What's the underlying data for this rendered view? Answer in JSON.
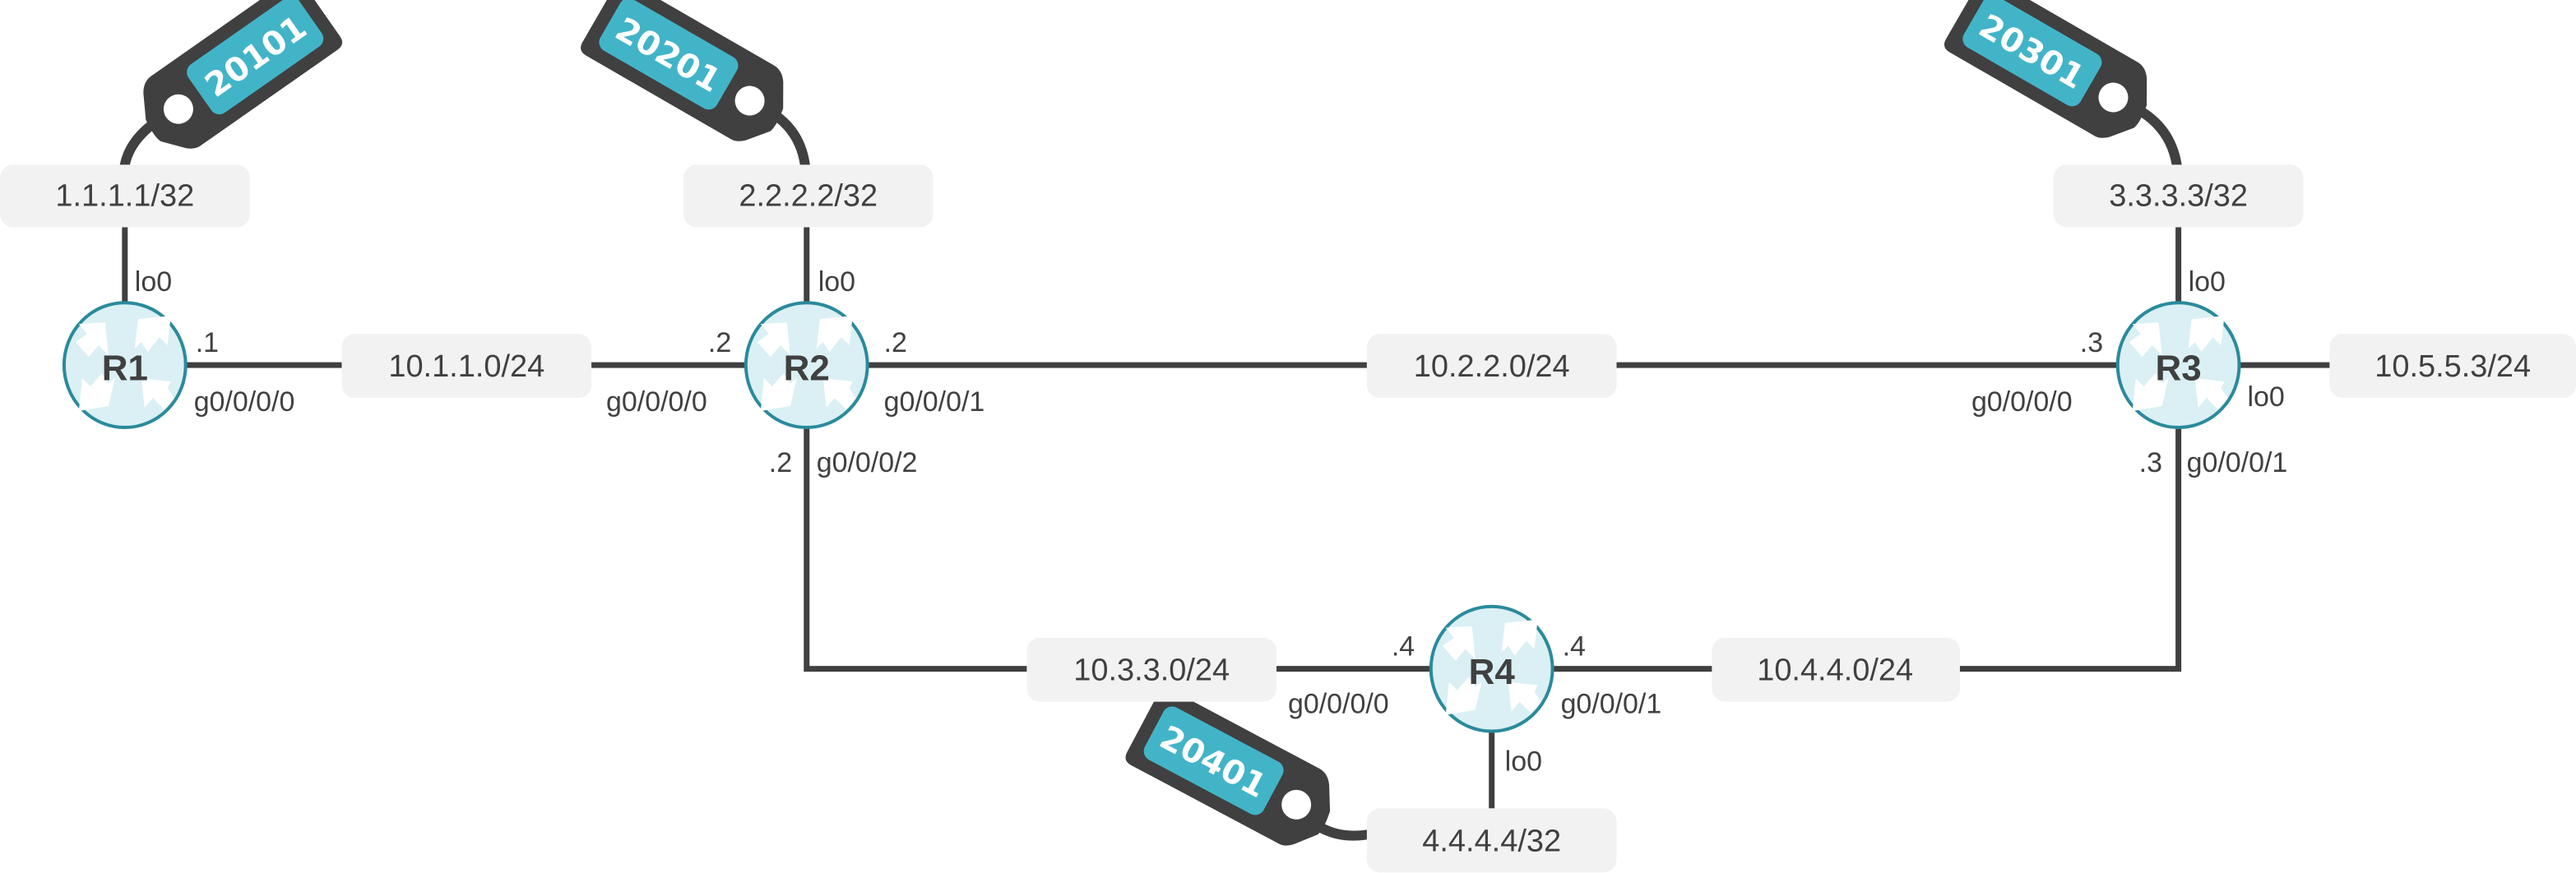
{
  "routers": [
    {
      "name": "R1",
      "loopback": "1.1.1.1/32",
      "loopback_if": "lo0",
      "sid": "20101"
    },
    {
      "name": "R2",
      "loopback": "2.2.2.2/32",
      "loopback_if": "lo0",
      "sid": "20201"
    },
    {
      "name": "R3",
      "loopback": "3.3.3.3/32",
      "loopback_if": "lo0",
      "sid": "20301"
    },
    {
      "name": "R4",
      "loopback": "4.4.4.4/32",
      "loopback_if": "lo0",
      "sid": "20401"
    }
  ],
  "networks": [
    {
      "prefix": "10.1.1.0/24",
      "a_host": ".1",
      "a_if": "g0/0/0/0",
      "b_host": ".2",
      "b_if": "g0/0/0/0"
    },
    {
      "prefix": "10.2.2.0/24",
      "a_host": ".2",
      "a_if": "g0/0/0/1",
      "b_host": ".3",
      "b_if": "g0/0/0/0"
    },
    {
      "prefix": "10.3.3.0/24",
      "a_host": ".2",
      "a_if": "g0/0/0/2",
      "b_host": ".4",
      "b_if": "g0/0/0/0"
    },
    {
      "prefix": "10.4.4.0/24",
      "a_host": ".4",
      "a_if": "g0/0/0/1",
      "b_host": ".3",
      "b_if": "g0/0/0/1"
    }
  ],
  "extra": {
    "prefix": "10.5.5.3/24",
    "if": "lo0"
  },
  "colors": {
    "line": "#404040",
    "box": "#f2f2f2",
    "router_fill": "#daf0f4",
    "router_stroke": "#2a8a9c",
    "tag_body": "#404040",
    "tag_label": "#42b4c8"
  }
}
